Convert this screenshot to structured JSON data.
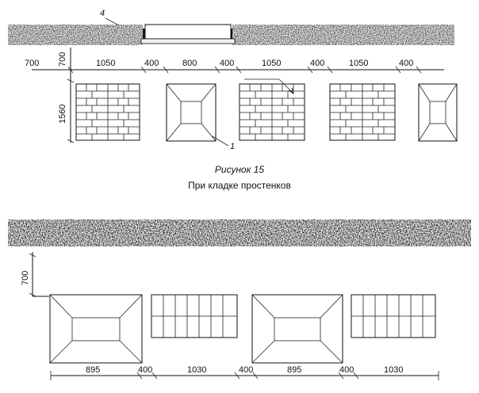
{
  "figure": {
    "title": "Рисунок 15",
    "subtitle": "При кладке простенков"
  },
  "top_diagram": {
    "wall_label": "4",
    "callout_label": "1",
    "vertical_dims": [
      "700",
      "1560"
    ],
    "horizontal_dims": [
      "700",
      "1050",
      "400",
      "800",
      "400",
      "1050",
      "400",
      "1050",
      "400"
    ]
  },
  "bottom_diagram": {
    "vertical_dims": [
      "700"
    ],
    "horizontal_dims": [
      "895",
      "400",
      "1030",
      "400",
      "895",
      "400",
      "1030"
    ]
  },
  "colors": {
    "ink": "#111111",
    "wall_fill": "#151515",
    "background": "#ffffff"
  }
}
